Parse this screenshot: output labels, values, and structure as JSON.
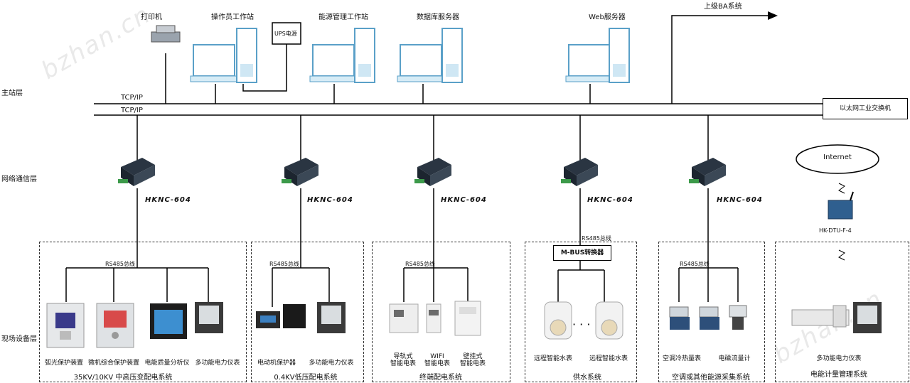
{
  "levels": {
    "station": "主站层",
    "network": "网络通信层",
    "field": "现场设备层"
  },
  "top": {
    "printer": "打印机",
    "operator": "操作员工作站",
    "ups": "UPS电源",
    "energy": "能源管理工作站",
    "database": "数据库服务器",
    "web": "Web服务器",
    "ba": "上级BA系统"
  },
  "network": {
    "tcp1": "TCP/IP",
    "tcp2": "TCP/IP",
    "switch": "以太网工业交换机",
    "internet": "Internet",
    "gateway_model": "HKNC-604",
    "dtu": "HK-DTU-F-4"
  },
  "bus": {
    "rs485": "RS485总线",
    "mbus": "M-BUS转换器"
  },
  "zones": [
    {
      "system": "35KV/10KV  中高压变配电系统",
      "devices": [
        "弧光保护装置",
        "微机综合保护装置",
        "电能质量分析仪",
        "多功能电力仪表"
      ]
    },
    {
      "system": "0.4KV低压配电系统",
      "devices": [
        "电动机保护器",
        "多功能电力仪表"
      ]
    },
    {
      "system": "终端配电系统",
      "devices": [
        "导轨式\n智能电表",
        "WIFI\n智能电表",
        "壁挂式\n智能电表"
      ]
    },
    {
      "system": "供水系统",
      "devices": [
        "远程智能水表",
        "远程智能水表"
      ]
    },
    {
      "system": "空调或其他能源采集系统",
      "devices": [
        "空调冷热量表",
        "电磁流量计"
      ]
    },
    {
      "system": "电能计量管理系统",
      "devices": [
        "多功能电力仪表"
      ]
    }
  ],
  "watermark": "bzhan.cn"
}
